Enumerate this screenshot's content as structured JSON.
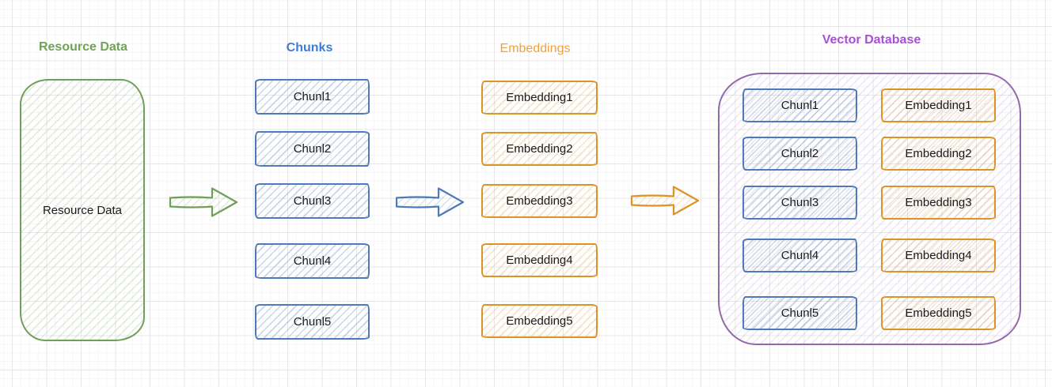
{
  "titles": {
    "resource_data": "Resource Data",
    "chunks": "Chunks",
    "embeddings": "Embeddings",
    "vector_database": "Vector Database"
  },
  "resource_box_label": "Resource Data",
  "chunks": [
    "Chunl1",
    "Chunl2",
    "Chunl3",
    "Chunl4",
    "Chunl5"
  ],
  "embeddings": [
    "Embedding1",
    "Embedding2",
    "Embedding3",
    "Embedding4",
    "Embedding5"
  ],
  "vector_database": {
    "chunks": [
      "Chunl1",
      "Chunl2",
      "Chunl3",
      "Chunl4",
      "Chunl5"
    ],
    "embeddings": [
      "Embedding1",
      "Embedding2",
      "Embedding3",
      "Embedding4",
      "Embedding5"
    ]
  },
  "arrows": [
    {
      "name": "resource-to-chunks",
      "color": "#6f9f58"
    },
    {
      "name": "chunks-to-embeddings",
      "color": "#4e79ba"
    },
    {
      "name": "embeddings-to-vectordb",
      "color": "#dd9426"
    }
  ],
  "colors": {
    "green_stroke": "#6f9f58",
    "green_title": "#71a356",
    "blue_stroke": "#4e79ba",
    "blue_title": "#3d7bd9",
    "orange_stroke": "#dd9426",
    "orange_title": "#f0a13c",
    "purple_stroke": "#9468ad",
    "purple_title": "#a94fd6",
    "label_text": "#1b1b1b",
    "grid_major": "#e7e7ea",
    "grid_minor": "#f6f6f8"
  }
}
